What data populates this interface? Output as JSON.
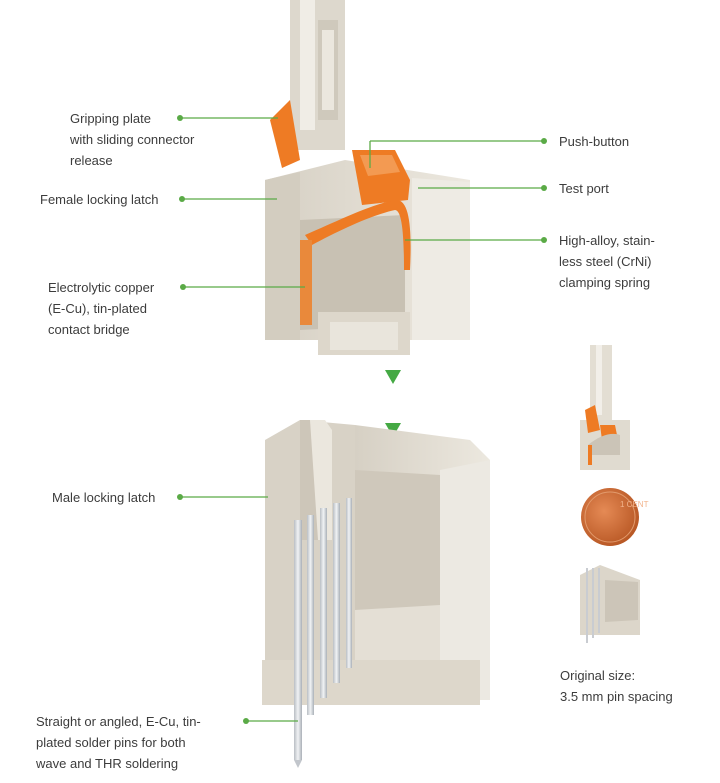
{
  "callouts": {
    "gripping_plate": "Gripping plate\nwith sliding connector\nrelease",
    "female_latch": "Female locking latch",
    "electrolytic_copper": "Electrolytic copper\n(E-Cu), tin-plated\ncontact bridge",
    "push_button": "Push-button",
    "test_port": "Test port",
    "clamping_spring": "High-alloy, stain-\nless steel (CrNi)\nclamping spring",
    "male_latch": "Male locking latch",
    "solder_pins": "Straight or angled, E-Cu, tin-\nplated solder pins for both\nwave and THR soldering"
  },
  "size_note": "Original size:\n3.5 mm pin spacing",
  "coin_text": "1 CENT",
  "colors": {
    "callout_green": "#5aaa46",
    "housing": "#e2ddd2",
    "housing_shadow": "#c9c3b6",
    "orange": "#ee7b24",
    "coin": "#c8622e",
    "pin": "#d9dce0"
  }
}
